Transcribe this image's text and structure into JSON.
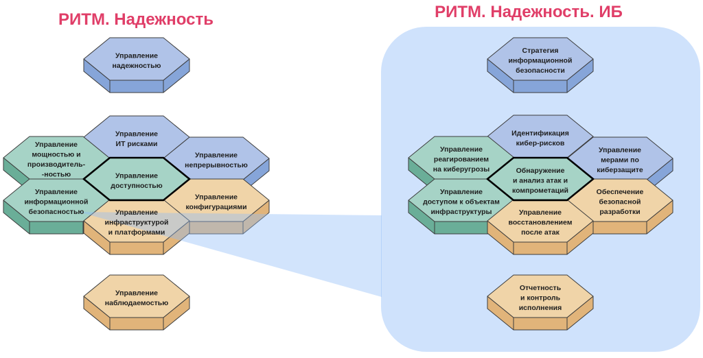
{
  "titles": {
    "left": "РИТМ. Надежность",
    "right": "РИТМ. Надежность. ИБ"
  },
  "colors": {
    "title": "#e03e68",
    "panel": "#cfe2fc",
    "funnel": "#8fbcf8",
    "blue": {
      "top": "#b0c3e8",
      "side": "#86a5d9"
    },
    "green": {
      "top": "#a6d3c6",
      "side": "#6aae98"
    },
    "orange": {
      "top": "#f0d4a8",
      "side": "#e1b47a"
    }
  },
  "left": {
    "hexes": [
      {
        "id": "reliability-management",
        "color": "blue",
        "emphasis": false,
        "lines": [
          "Управление",
          "надежностью"
        ]
      },
      {
        "id": "it-risk-management",
        "color": "blue",
        "emphasis": false,
        "lines": [
          "Управление",
          "ИТ рисками"
        ]
      },
      {
        "id": "capacity-management",
        "color": "green",
        "emphasis": false,
        "lines": [
          "Управление",
          "мощностью  и",
          "производитель-",
          "-ностью"
        ]
      },
      {
        "id": "continuity-management",
        "color": "blue",
        "emphasis": false,
        "lines": [
          "Управление",
          "непрерывностью"
        ]
      },
      {
        "id": "availability-management",
        "color": "green",
        "emphasis": true,
        "lines": [
          "Управление",
          "доступностью"
        ]
      },
      {
        "id": "infosec-management",
        "color": "green",
        "emphasis": false,
        "lines": [
          "Управление",
          "информационной",
          "безопасностью"
        ]
      },
      {
        "id": "configuration-management",
        "color": "orange",
        "emphasis": false,
        "lines": [
          "Управление",
          "конфигурациями"
        ]
      },
      {
        "id": "infrastructure-management",
        "color": "orange",
        "emphasis": false,
        "lines": [
          "Управление",
          "инфраструктурой",
          "и платформами"
        ]
      },
      {
        "id": "observability-management",
        "color": "orange",
        "emphasis": false,
        "lines": [
          "Управление",
          "наблюдаемостью"
        ]
      }
    ]
  },
  "right": {
    "hexes": [
      {
        "id": "infosec-strategy",
        "color": "blue",
        "emphasis": false,
        "lines": [
          "Стратегия",
          "информационной",
          "безопасности"
        ]
      },
      {
        "id": "cyber-risk-identification",
        "color": "blue",
        "emphasis": false,
        "lines": [
          "Идентификация",
          "кибер-рисков"
        ]
      },
      {
        "id": "cyberthreat-response",
        "color": "green",
        "emphasis": false,
        "lines": [
          "Управление",
          "реагированием",
          "на киберугрозы"
        ]
      },
      {
        "id": "cyberdefense-measures",
        "color": "blue",
        "emphasis": false,
        "lines": [
          "Управление",
          "мерами  по",
          "киберзащите"
        ]
      },
      {
        "id": "attack-detection",
        "color": "green",
        "emphasis": true,
        "lines": [
          "Обнаружение",
          "и анализ  атак  и",
          "компрометаций"
        ]
      },
      {
        "id": "infrastructure-access",
        "color": "green",
        "emphasis": false,
        "lines": [
          "Управление",
          "доступом  к объектам",
          "инфраструктуры"
        ]
      },
      {
        "id": "secure-development",
        "color": "orange",
        "emphasis": false,
        "lines": [
          "Обеспечение",
          "безопасной",
          "разработки"
        ]
      },
      {
        "id": "attack-recovery",
        "color": "orange",
        "emphasis": false,
        "lines": [
          "Управление",
          "восстановлением",
          "после атак"
        ]
      },
      {
        "id": "execution-reporting",
        "color": "orange",
        "emphasis": false,
        "lines": [
          "Отчетность",
          "и контроль",
          "исполнения"
        ]
      }
    ]
  }
}
